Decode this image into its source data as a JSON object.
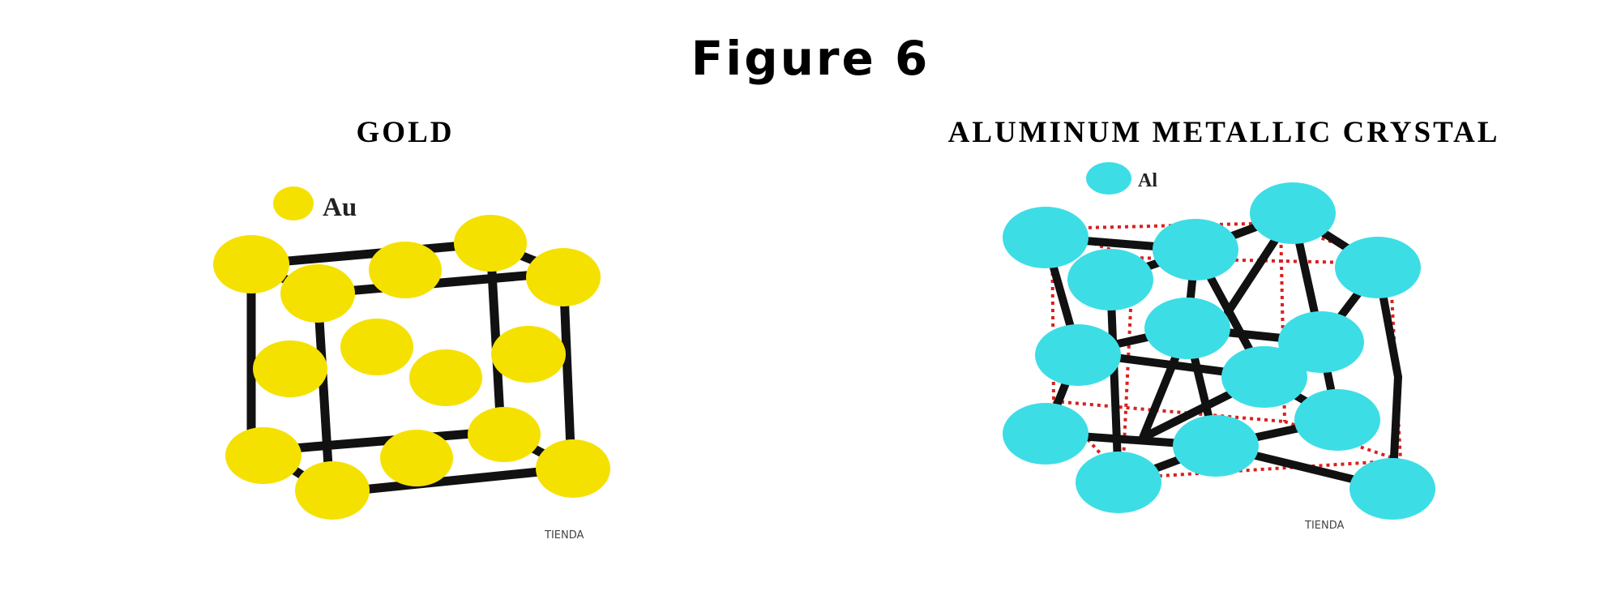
{
  "figure_title": "Figure 6",
  "panels": [
    {
      "title": "GOLD",
      "legend_label": "Au",
      "atom_color": "#f5e100",
      "watermark": "TIENDA"
    },
    {
      "title": "ALUMINUM METALLIC CRYSTAL",
      "legend_label": "Al",
      "atom_color": "#3ddde6",
      "frame_color": "#d92020",
      "watermark": "TIENDA"
    }
  ]
}
